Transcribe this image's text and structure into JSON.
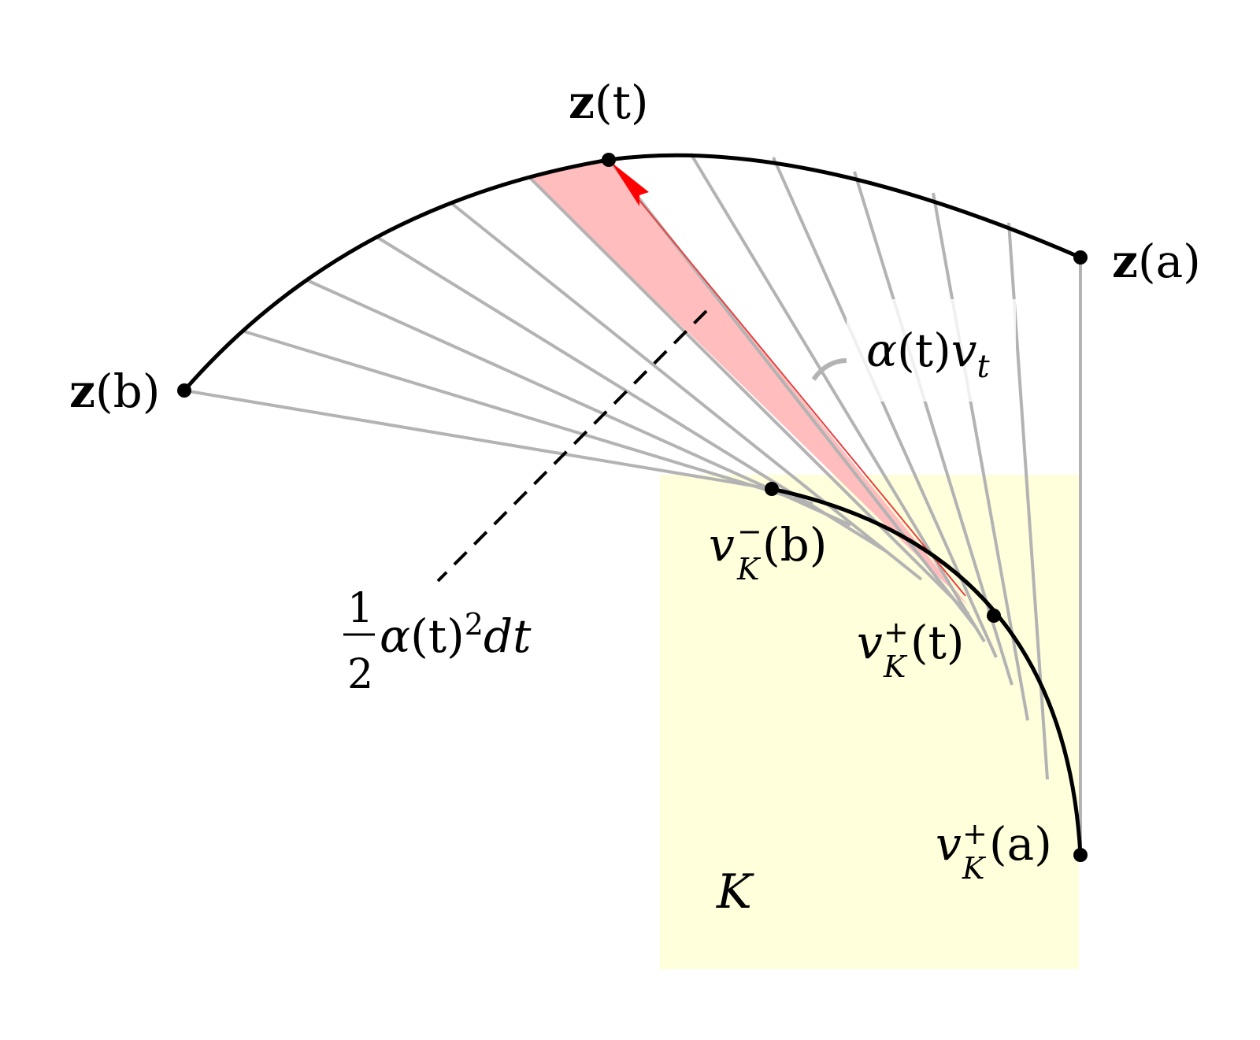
{
  "diagram": {
    "labels": {
      "z_t": {
        "base": "z",
        "arg": "(t)"
      },
      "z_a": {
        "base": "z",
        "arg": "(a)"
      },
      "z_b": {
        "base": "z",
        "arg": "(b)"
      },
      "vk_minus_b": {
        "v": "v",
        "sup": "−",
        "sub": "K",
        "arg": "(b)"
      },
      "vk_plus_t": {
        "v": "v",
        "sup": "+",
        "sub": "K",
        "arg": "(t)"
      },
      "vk_plus_a": {
        "v": "v",
        "sup": "+",
        "sub": "K",
        "arg": "(a)"
      },
      "alpha_vt": {
        "alpha": "α",
        "arg": "(t)",
        "v": "v",
        "sub": "t"
      },
      "area": {
        "num": "1",
        "den": "2",
        "alpha": "α",
        "arg": "(t)",
        "exp": "2",
        "tail": "dt"
      },
      "K": "K"
    },
    "colors": {
      "region_K": "#ffffdc",
      "wedge": "#ffbdbd",
      "arrow": "#ff0000",
      "rays": "#b3b3b3",
      "curves": "#000000"
    }
  }
}
